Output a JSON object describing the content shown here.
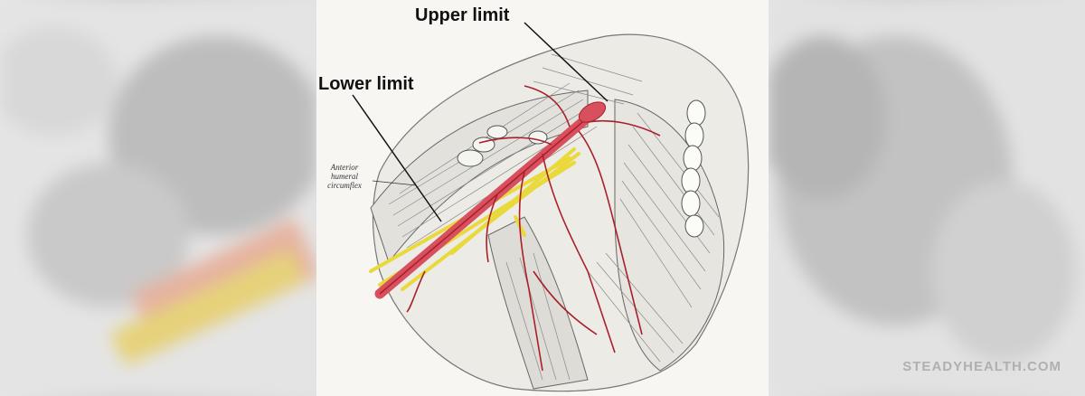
{
  "labels": {
    "upper": "Upper limit",
    "lower": "Lower limit"
  },
  "caption": {
    "line1": "Anterior",
    "line2": "humeral",
    "line3": "circumflex"
  },
  "watermark": "STEADYHEALTH.COM",
  "colors": {
    "artery": "#d8505e",
    "artery_dark": "#a8202c",
    "nerve": "#e9d93a",
    "muscle_line": "#8a8a8a"
  }
}
